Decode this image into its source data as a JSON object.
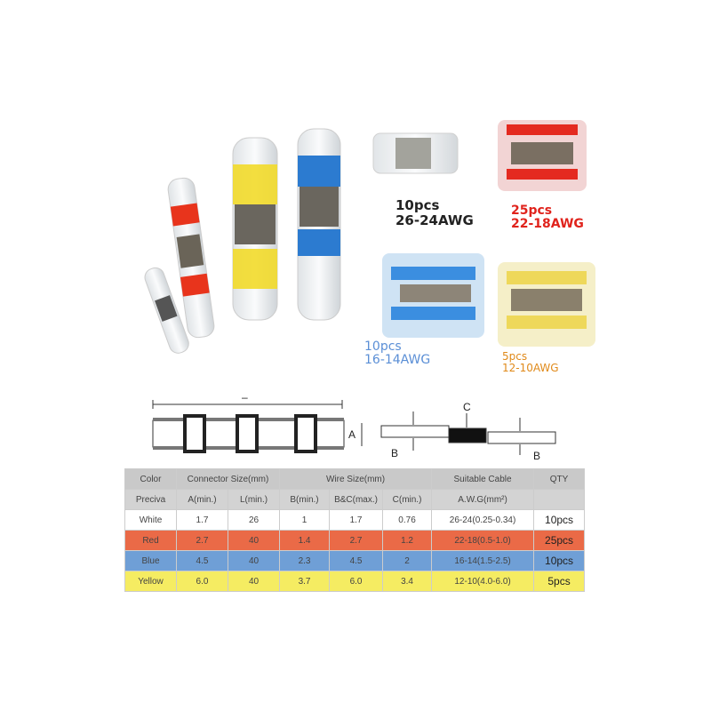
{
  "packs": [
    {
      "count": "10pcs",
      "gauge": "26-24AWG",
      "color": "#222222"
    },
    {
      "count": "25pcs",
      "gauge": "22-18AWG",
      "color": "#e0231c"
    },
    {
      "count": "10pcs",
      "gauge": "16-14AWG",
      "color": "#5b8fd6"
    },
    {
      "count": "5pcs",
      "gauge": "12-10AWG",
      "color": "#e08a1a"
    }
  ],
  "diagram": {
    "length_label": "–",
    "a_label": "A",
    "b_label": "B",
    "c_label": "C"
  },
  "table": {
    "header1": {
      "color": "Color",
      "connector": "Connector Size(mm)",
      "wire": "Wire Size(mm)",
      "cable": "Suitable Cable",
      "qty": "QTY"
    },
    "header2": {
      "color": "Preciva",
      "a": "A(min.)",
      "l": "L(min.)",
      "b": "B(min.)",
      "bc": "B&C(max.)",
      "c": "C(min.)",
      "awg": "A.W.G(mm²)"
    },
    "rows": [
      {
        "color": "White",
        "a": "1.7",
        "l": "26",
        "b": "1",
        "bc": "1.7",
        "c": "0.76",
        "awg": "26-24(0.25-0.34)",
        "qty": "10pcs"
      },
      {
        "color": "Red",
        "a": "2.7",
        "l": "40",
        "b": "1.4",
        "bc": "2.7",
        "c": "1.2",
        "awg": "22-18(0.5-1.0)",
        "qty": "25pcs"
      },
      {
        "color": "Blue",
        "a": "4.5",
        "l": "40",
        "b": "2.3",
        "bc": "4.5",
        "c": "2",
        "awg": "16-14(1.5-2.5)",
        "qty": "10pcs"
      },
      {
        "color": "Yellow",
        "a": "6.0",
        "l": "40",
        "b": "3.7",
        "bc": "6.0",
        "c": "3.4",
        "awg": "12-10(4.0-6.0)",
        "qty": "5pcs"
      }
    ]
  }
}
